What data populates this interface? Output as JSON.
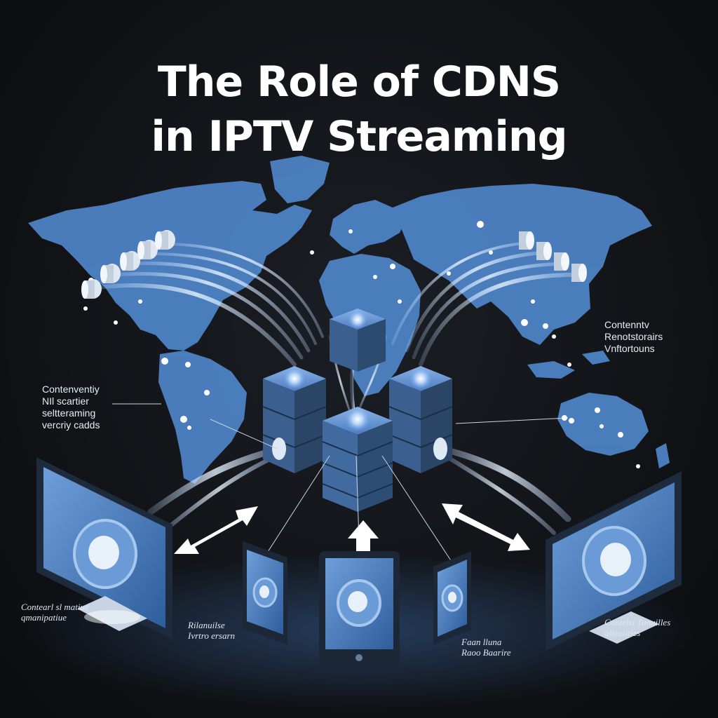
{
  "title": {
    "line1": "The Role of CDNS",
    "line2": "in IPTV Streaming"
  },
  "annotations": {
    "left": [
      "Contenventiy",
      "NIl scartier",
      "seltteraming",
      "vercriy cadds"
    ],
    "right": [
      "Contenntv",
      "Renotstorairs",
      "Vnftortouns"
    ]
  },
  "device_labels": {
    "left_monitor": [
      "Contearl sl matiue",
      "qmanipatiue"
    ],
    "left_tablet": [
      "Rilanuilse",
      "Ivrtro ersarn"
    ],
    "right_tablet": [
      "Faan lluna",
      "Raoo Baarire"
    ],
    "right_monitor": [
      "Contelst Tunuilles",
      "alleaiitles"
    ]
  },
  "colors": {
    "map_blue": "#4f86c9",
    "device_blue": "#3f74b8",
    "background": "#121418",
    "glow": "#e8f3ff"
  },
  "icons": {
    "server": "server-stack-icon",
    "monitor": "desktop-monitor-icon",
    "tablet": "tablet-icon",
    "play": "play-circle-icon",
    "arrow": "bidirectional-arrow-icon"
  }
}
